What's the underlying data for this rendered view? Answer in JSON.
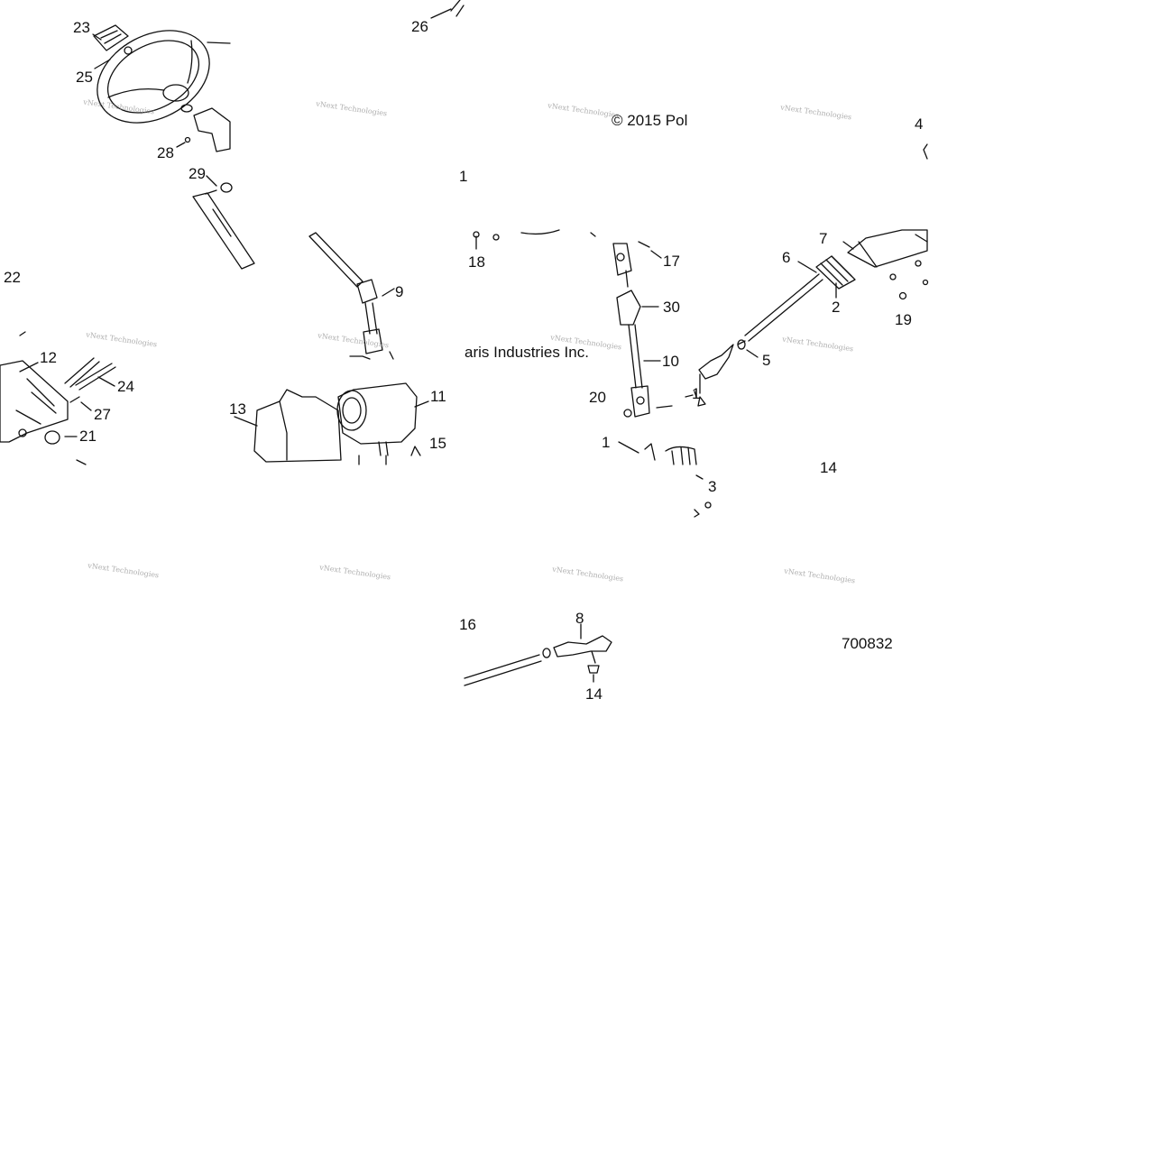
{
  "copyright_fragments": {
    "top": "© 2015 Pol",
    "middle": "aris Industries Inc."
  },
  "diagram_number": "700832",
  "watermark_text": "vNext Technologies",
  "callouts": {
    "c1": "1",
    "c1b": "1",
    "c1c": "1",
    "c2": "2",
    "c3": "3",
    "c4": "4",
    "c5": "5",
    "c6": "6",
    "c7": "7",
    "c8": "8",
    "c9": "9",
    "c10": "10",
    "c11": "11",
    "c12": "12",
    "c13": "13",
    "c14": "14",
    "c14b": "14",
    "c15": "15",
    "c16": "16",
    "c17": "17",
    "c18": "18",
    "c19": "19",
    "c20": "20",
    "c21": "21",
    "c22": "22",
    "c23": "23",
    "c24": "24",
    "c25": "25",
    "c26": "26",
    "c27": "27",
    "c28": "28",
    "c29": "29",
    "c30": "30"
  },
  "colors": {
    "line": "#111111",
    "watermark": "#9a9a9a"
  }
}
